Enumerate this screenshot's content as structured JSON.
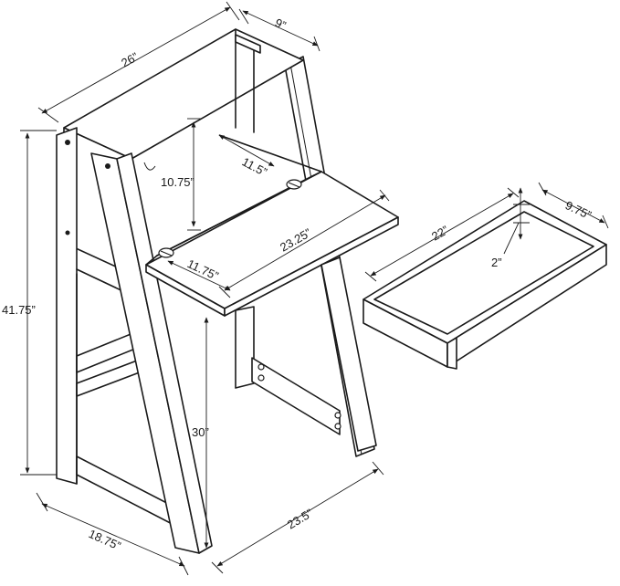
{
  "dimensions": {
    "top_width": "26”",
    "top_depth": "9”",
    "total_height": "41.75”",
    "shelf_gap": "10.75”",
    "hinge_spacing_upper": "11.5”",
    "desk_width": "23.25”",
    "hinge_spacing_lower": "11.75”",
    "desk_height": "30”",
    "base_depth": "18.75”",
    "base_width": "23.5”",
    "tray_length": "22”",
    "tray_width": "9.75”",
    "tray_height": "2”"
  },
  "colors": {
    "line": "#1a1a1a",
    "background": "#ffffff"
  }
}
